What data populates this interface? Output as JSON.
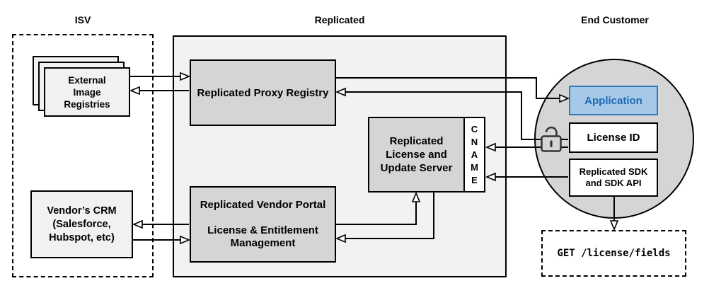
{
  "colors": {
    "canvas_bg": "#ffffff",
    "region_fill": "#f2f2f2",
    "node_fill": "#d5d5d5",
    "card_fill": "#f1f1f1",
    "circle_fill": "#d5d5d5",
    "application_fill": "#a7c9e9",
    "application_stroke": "#3579b8",
    "application_text": "#1d6ab3",
    "line_color": "#000000",
    "lock_stroke": "#333333"
  },
  "sections": {
    "isv": {
      "label": "ISV"
    },
    "replicated": {
      "label": "Replicated"
    },
    "end_customer": {
      "label": "End Customer"
    }
  },
  "nodes": {
    "external_registries": {
      "lines": [
        "External",
        "Image",
        "Registries"
      ]
    },
    "vendor_crm": {
      "lines": [
        "Vendor’s CRM",
        "(Salesforce,",
        "Hubspot, etc)"
      ]
    },
    "proxy_registry": {
      "label": "Replicated Proxy Registry"
    },
    "vendor_portal": {
      "title": "Replicated Vendor Portal",
      "lines": [
        "License & Entitlement",
        "Management"
      ]
    },
    "license_update_server": {
      "lines": [
        "Replicated",
        "License and",
        "Update Server"
      ]
    },
    "cname": {
      "letters": [
        "C",
        "N",
        "A",
        "M",
        "E"
      ]
    },
    "application": {
      "label": "Application"
    },
    "license_id": {
      "label": "License ID"
    },
    "replicated_sdk": {
      "lines": [
        "Replicated SDK",
        "and SDK API"
      ]
    },
    "get_license_fields": {
      "label": "GET /license/fields"
    }
  },
  "icons": {
    "lock": "open-padlock-icon"
  }
}
